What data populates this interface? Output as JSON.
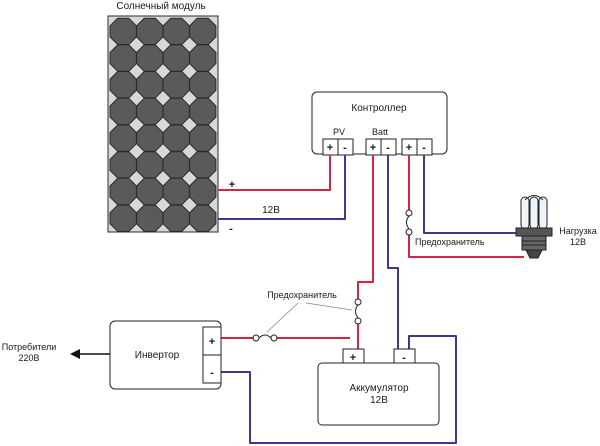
{
  "labels": {
    "solar_title": "Солнечный модуль",
    "controller": "Контроллер",
    "pv": "PV",
    "batt": "Batt",
    "plus": "+",
    "minus": "-",
    "solar_plus": "+",
    "solar_minus": "-",
    "voltage_12": "12В",
    "fuse_right": "Предохранитель",
    "fuse_center": "Предохранитель",
    "load_line1": "Нагрузка",
    "load_line2": "12В",
    "inverter": "Инвертор",
    "consumers_line1": "Потребители",
    "consumers_line2": "220В",
    "battery_line1": "Аккумулятор",
    "battery_line2": "12В"
  },
  "colors": {
    "positive_wire": "#d8243f",
    "negative_wire": "#3b3a8f",
    "panel_fill": "#555555",
    "cell_fill": "#5a5a5a",
    "cell_stroke": "#2b2b2b",
    "panel_gap": "#d8d8d8",
    "box_stroke": "#222222",
    "arrow": "#111111",
    "lamp_glass": "#eef4f8",
    "lamp_base": "#444444"
  },
  "icons": {
    "solar": "solar-panel-icon",
    "lamp": "cfl-lamp-icon",
    "fuse": "fuse-icon",
    "arrow": "output-arrow-icon"
  }
}
